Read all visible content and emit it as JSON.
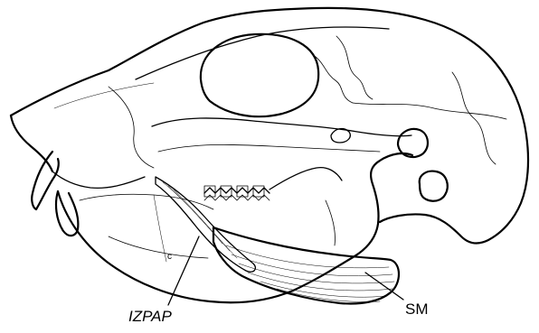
{
  "labels": {
    "izpap": "IZPAP",
    "sm": "SM",
    "c": "c"
  },
  "colors": {
    "ink": "#000000",
    "paper": "#ffffff"
  }
}
